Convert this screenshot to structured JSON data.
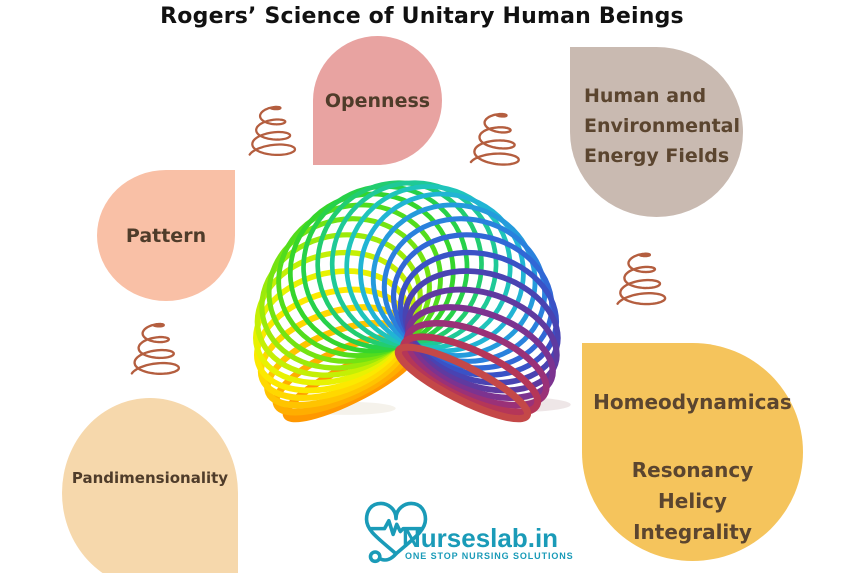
{
  "title": "Rogers’ Science of Unitary Human Beings",
  "concepts": {
    "openness": {
      "label": "Openness",
      "color": "#e8a3a1"
    },
    "energy_fields": {
      "lines": [
        "Human and",
        "Environmental",
        "Energy Fields"
      ],
      "color": "#c9bab1"
    },
    "pattern": {
      "label": "Pattern",
      "color": "#f9c0a6"
    },
    "pandimensionality": {
      "label": "Pandimensionality",
      "color": "#f6d8ac"
    },
    "homeodynamics": {
      "heading": "Homeodynamicas",
      "principles": [
        "Resonancy",
        "Helicy",
        "Integrality"
      ],
      "color": "#f5c45c"
    }
  },
  "decor": {
    "text_color": "#4f3c2a",
    "spiral_color": "#b45e3f",
    "slinky_colors": [
      "#ff9800",
      "#ffae00",
      "#ffc400",
      "#ffd800",
      "#fce900",
      "#e8f202",
      "#c4ef05",
      "#9bea0a",
      "#74e312",
      "#52dc1d",
      "#35d52c",
      "#27d14a",
      "#22cd70",
      "#1fc997",
      "#1fc4bb",
      "#21b4d4",
      "#259bdc",
      "#2a81dd",
      "#3168d6",
      "#3a52c6",
      "#4943b2",
      "#5f3aa0",
      "#7c3390",
      "#9a3178",
      "#b53658",
      "#c44848"
    ]
  },
  "logo": {
    "brand": "Nurseslab.in",
    "tagline": "ONE STOP NURSING SOLUTIONS",
    "color": "#1a9bb8"
  }
}
